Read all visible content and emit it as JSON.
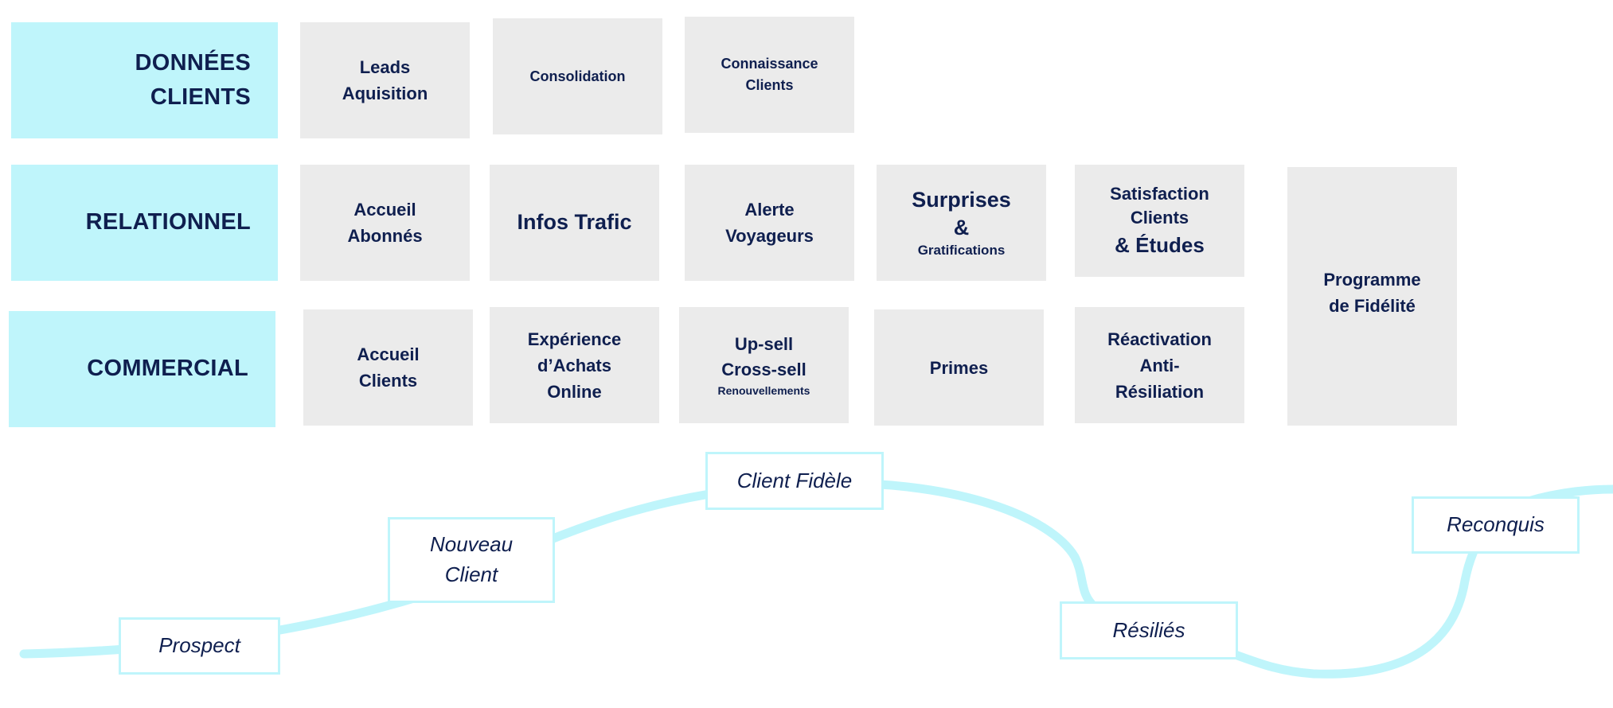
{
  "rows": {
    "donnees": {
      "label": "DONNÉES\nCLIENTS"
    },
    "relationnel": {
      "label": "RELATIONNEL"
    },
    "commercial": {
      "label": "COMMERCIAL"
    }
  },
  "tiles": {
    "leads": [
      "Leads",
      "Aquisition"
    ],
    "consolidation": [
      "Consolidation"
    ],
    "connaissance": [
      "Connaissance",
      "Clients"
    ],
    "accueil_abonnes": [
      "Accueil",
      "Abonnés"
    ],
    "infos_trafic": [
      "Infos Trafic"
    ],
    "alerte": [
      "Alerte",
      "Voyageurs"
    ],
    "surprises": [
      "Surprises",
      "&",
      "Gratifications"
    ],
    "satisfaction": [
      "Satisfaction",
      "Clients",
      "& Études"
    ],
    "programme": [
      "Programme",
      "de Fidélité"
    ],
    "accueil_clients": [
      "Accueil",
      "Clients"
    ],
    "experience": [
      "Expérience",
      "d’Achats",
      "Online"
    ],
    "upsell": [
      "Up-sell",
      "Cross-sell",
      "Renouvellements"
    ],
    "primes": [
      "Primes"
    ],
    "reactivation": [
      "Réactivation",
      "Anti-",
      "Résiliation"
    ]
  },
  "journey": {
    "curve_color": "#bff5fb",
    "stages": {
      "prospect": [
        "Prospect"
      ],
      "nouveau": [
        "Nouveau",
        "Client"
      ],
      "fidele": [
        "Client Fidèle"
      ],
      "resilies": [
        "Résiliés"
      ],
      "reconquis": [
        "Reconquis"
      ]
    }
  }
}
